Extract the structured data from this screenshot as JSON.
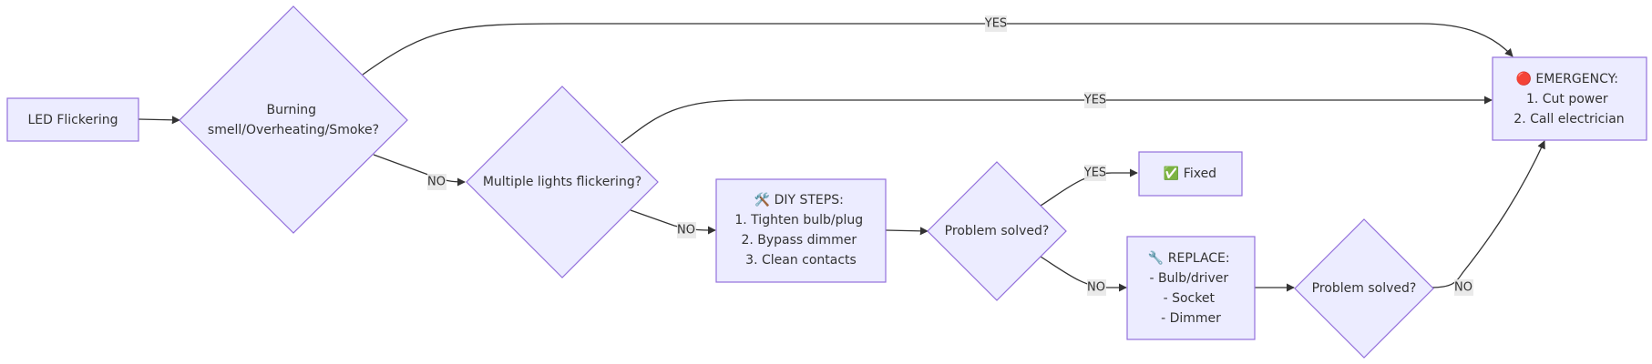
{
  "nodes": {
    "start": {
      "lines": [
        "LED Flickering"
      ]
    },
    "burning": {
      "lines": [
        "Burning",
        "smell/Overheating/Smoke?"
      ]
    },
    "multiple": {
      "lines": [
        "Multiple lights flickering?"
      ]
    },
    "diy": {
      "lines": [
        "🛠️ DIY STEPS:",
        "1. Tighten bulb/plug",
        "2. Bypass dimmer",
        "3. Clean contacts"
      ]
    },
    "solved1": {
      "lines": [
        "Problem solved?"
      ]
    },
    "fixed": {
      "lines": [
        "✅ Fixed"
      ]
    },
    "replace": {
      "lines": [
        "🔧 REPLACE:",
        "- Bulb/driver",
        "- Socket",
        "- Dimmer"
      ]
    },
    "solved2": {
      "lines": [
        "Problem solved?"
      ]
    },
    "emergency": {
      "lines": [
        "🔴 EMERGENCY:",
        "1. Cut power",
        "2. Call electrician"
      ]
    }
  },
  "edge_labels": {
    "burning_yes": "YES",
    "burning_no": "NO",
    "multiple_yes": "YES",
    "multiple_no": "NO",
    "solved1_yes": "YES",
    "solved1_no": "NO",
    "solved2_no": "NO"
  },
  "colors": {
    "node_fill": "#ECECFF",
    "node_stroke": "#9370DB",
    "edge": "#333333",
    "label_bg": "#E8E8E8",
    "text": "#333333"
  }
}
